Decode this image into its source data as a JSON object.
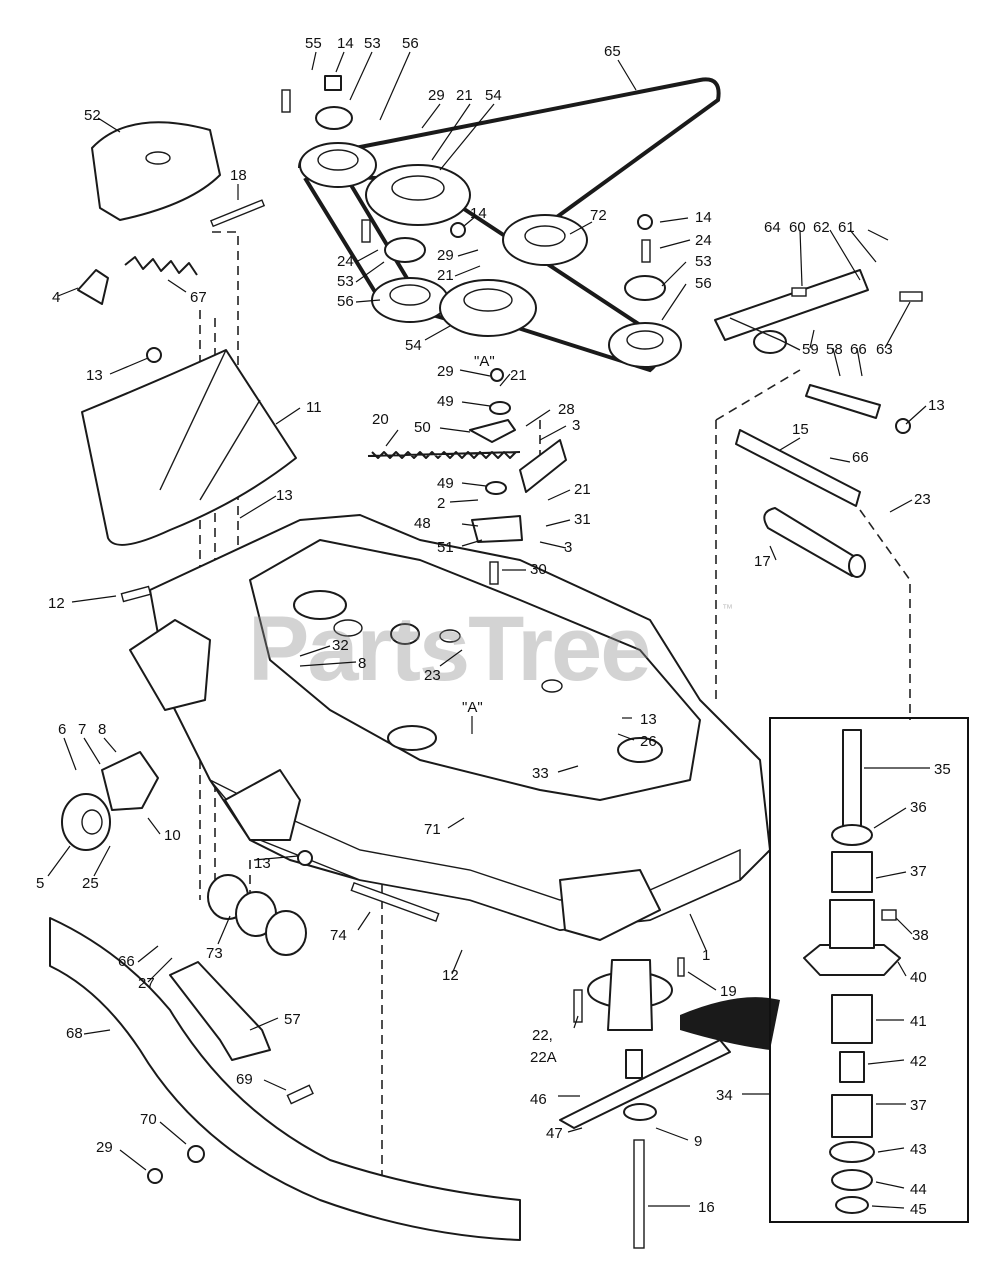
{
  "diagram": {
    "watermark": "PartsTree",
    "watermark_mark": "™",
    "callouts": [
      {
        "id": "c-55",
        "text": "55"
      },
      {
        "id": "c-14a",
        "text": "14"
      },
      {
        "id": "c-53a",
        "text": "53"
      },
      {
        "id": "c-56a",
        "text": "56"
      },
      {
        "id": "c-65",
        "text": "65"
      },
      {
        "id": "c-29a",
        "text": "29"
      },
      {
        "id": "c-21a",
        "text": "21"
      },
      {
        "id": "c-54a",
        "text": "54"
      },
      {
        "id": "c-52",
        "text": "52"
      },
      {
        "id": "c-18",
        "text": "18"
      },
      {
        "id": "c-14b",
        "text": "14"
      },
      {
        "id": "c-72",
        "text": "72"
      },
      {
        "id": "c-14c",
        "text": "14"
      },
      {
        "id": "c-24a",
        "text": "24"
      },
      {
        "id": "c-29b",
        "text": "29"
      },
      {
        "id": "c-24b",
        "text": "24"
      },
      {
        "id": "c-21b",
        "text": "21"
      },
      {
        "id": "c-53b",
        "text": "53"
      },
      {
        "id": "c-53c",
        "text": "53"
      },
      {
        "id": "c-56b",
        "text": "56"
      },
      {
        "id": "c-56c",
        "text": "56"
      },
      {
        "id": "c-54b",
        "text": "54"
      },
      {
        "id": "c-4",
        "text": "4"
      },
      {
        "id": "c-67",
        "text": "67"
      },
      {
        "id": "c-64",
        "text": "64"
      },
      {
        "id": "c-60",
        "text": "60"
      },
      {
        "id": "c-62",
        "text": "62"
      },
      {
        "id": "c-61",
        "text": "61"
      },
      {
        "id": "c-59",
        "text": "59"
      },
      {
        "id": "c-58",
        "text": "58"
      },
      {
        "id": "c-66a",
        "text": "66"
      },
      {
        "id": "c-63",
        "text": "63"
      },
      {
        "id": "c-13a",
        "text": "13"
      },
      {
        "id": "c-A1",
        "text": "\"A\""
      },
      {
        "id": "c-29c",
        "text": "29"
      },
      {
        "id": "c-21c",
        "text": "21"
      },
      {
        "id": "c-49a",
        "text": "49"
      },
      {
        "id": "c-11",
        "text": "11"
      },
      {
        "id": "c-28",
        "text": "28"
      },
      {
        "id": "c-50",
        "text": "50"
      },
      {
        "id": "c-20",
        "text": "20"
      },
      {
        "id": "c-3a",
        "text": "3"
      },
      {
        "id": "c-13b",
        "text": "13"
      },
      {
        "id": "c-15",
        "text": "15"
      },
      {
        "id": "c-66b",
        "text": "66"
      },
      {
        "id": "c-49b",
        "text": "49"
      },
      {
        "id": "c-21d",
        "text": "21"
      },
      {
        "id": "c-2",
        "text": "2"
      },
      {
        "id": "c-23a",
        "text": "23"
      },
      {
        "id": "c-13c",
        "text": "13"
      },
      {
        "id": "c-31",
        "text": "31"
      },
      {
        "id": "c-48",
        "text": "48"
      },
      {
        "id": "c-51",
        "text": "51"
      },
      {
        "id": "c-3b",
        "text": "3"
      },
      {
        "id": "c-17",
        "text": "17"
      },
      {
        "id": "c-30",
        "text": "30"
      },
      {
        "id": "c-12a",
        "text": "12"
      },
      {
        "id": "c-32",
        "text": "32"
      },
      {
        "id": "c-8a",
        "text": "8"
      },
      {
        "id": "c-23b",
        "text": "23"
      },
      {
        "id": "c-A2",
        "text": "\"A\""
      },
      {
        "id": "c-13d",
        "text": "13"
      },
      {
        "id": "c-26",
        "text": "26"
      },
      {
        "id": "c-6",
        "text": "6"
      },
      {
        "id": "c-7",
        "text": "7"
      },
      {
        "id": "c-8b",
        "text": "8"
      },
      {
        "id": "c-35",
        "text": "35"
      },
      {
        "id": "c-33",
        "text": "33"
      },
      {
        "id": "c-71",
        "text": "71"
      },
      {
        "id": "c-36",
        "text": "36"
      },
      {
        "id": "c-10",
        "text": "10"
      },
      {
        "id": "c-5",
        "text": "5"
      },
      {
        "id": "c-25",
        "text": "25"
      },
      {
        "id": "c-13e",
        "text": "13"
      },
      {
        "id": "c-37a",
        "text": "37"
      },
      {
        "id": "c-1",
        "text": "1"
      },
      {
        "id": "c-38",
        "text": "38"
      },
      {
        "id": "c-74",
        "text": "74"
      },
      {
        "id": "c-73",
        "text": "73"
      },
      {
        "id": "c-66c",
        "text": "66"
      },
      {
        "id": "c-27",
        "text": "27"
      },
      {
        "id": "c-12b",
        "text": "12"
      },
      {
        "id": "c-19",
        "text": "19"
      },
      {
        "id": "c-40",
        "text": "40"
      },
      {
        "id": "c-57",
        "text": "57"
      },
      {
        "id": "c-22",
        "text": "22,"
      },
      {
        "id": "c-22A",
        "text": "22A"
      },
      {
        "id": "c-41",
        "text": "41"
      },
      {
        "id": "c-68",
        "text": "68"
      },
      {
        "id": "c-42",
        "text": "42"
      },
      {
        "id": "c-69",
        "text": "69"
      },
      {
        "id": "c-34",
        "text": "34"
      },
      {
        "id": "c-46",
        "text": "46"
      },
      {
        "id": "c-37b",
        "text": "37"
      },
      {
        "id": "c-70",
        "text": "70"
      },
      {
        "id": "c-47",
        "text": "47"
      },
      {
        "id": "c-9",
        "text": "9"
      },
      {
        "id": "c-43",
        "text": "43"
      },
      {
        "id": "c-29d",
        "text": "29"
      },
      {
        "id": "c-44",
        "text": "44"
      },
      {
        "id": "c-16",
        "text": "16"
      },
      {
        "id": "c-45",
        "text": "45"
      }
    ]
  }
}
